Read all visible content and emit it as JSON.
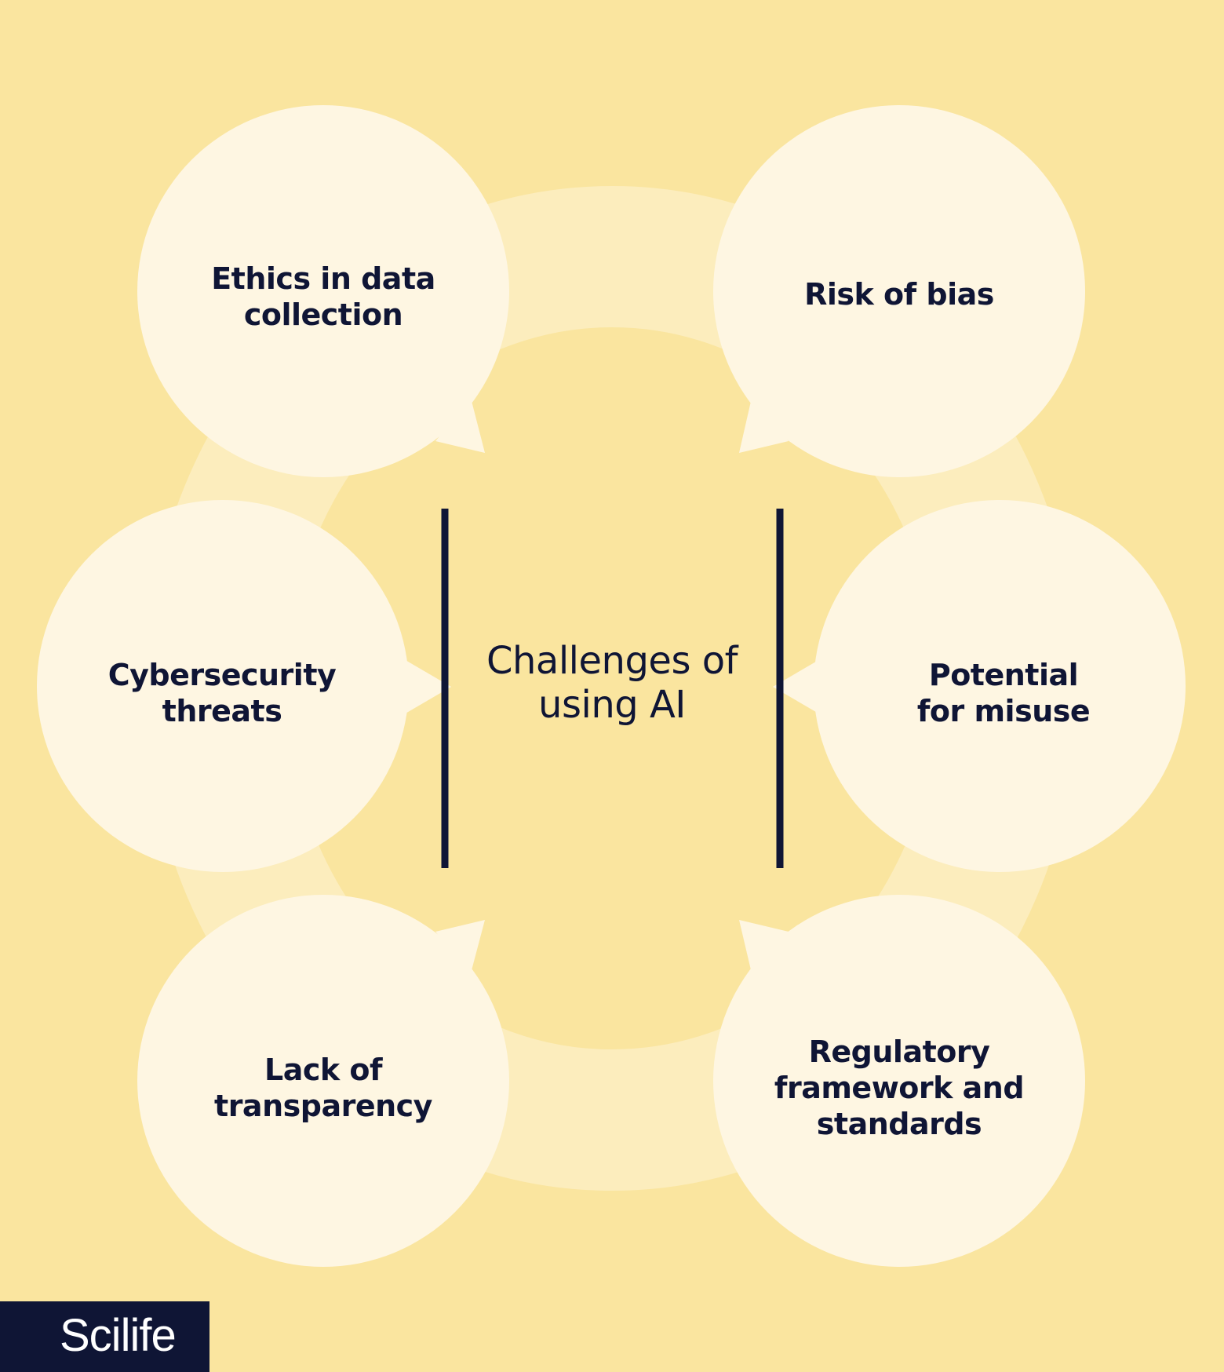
{
  "colors": {
    "background": "#fae59f",
    "ring": "#fcedbd",
    "bubble": "#fef6e2",
    "ink": "#0f1535",
    "logo_text": "#ffffff"
  },
  "center": {
    "title": "Challenges of\nusing AI"
  },
  "challenges": [
    {
      "label": "Ethics in data\ncollection"
    },
    {
      "label": "Risk of bias"
    },
    {
      "label": "Cybersecurity\nthreats"
    },
    {
      "label": "Potential\nfor misuse"
    },
    {
      "label": "Lack of\ntransparency"
    },
    {
      "label": "Regulatory\nframework and\nstandards"
    }
  ],
  "logo": {
    "text": "Scilife"
  }
}
